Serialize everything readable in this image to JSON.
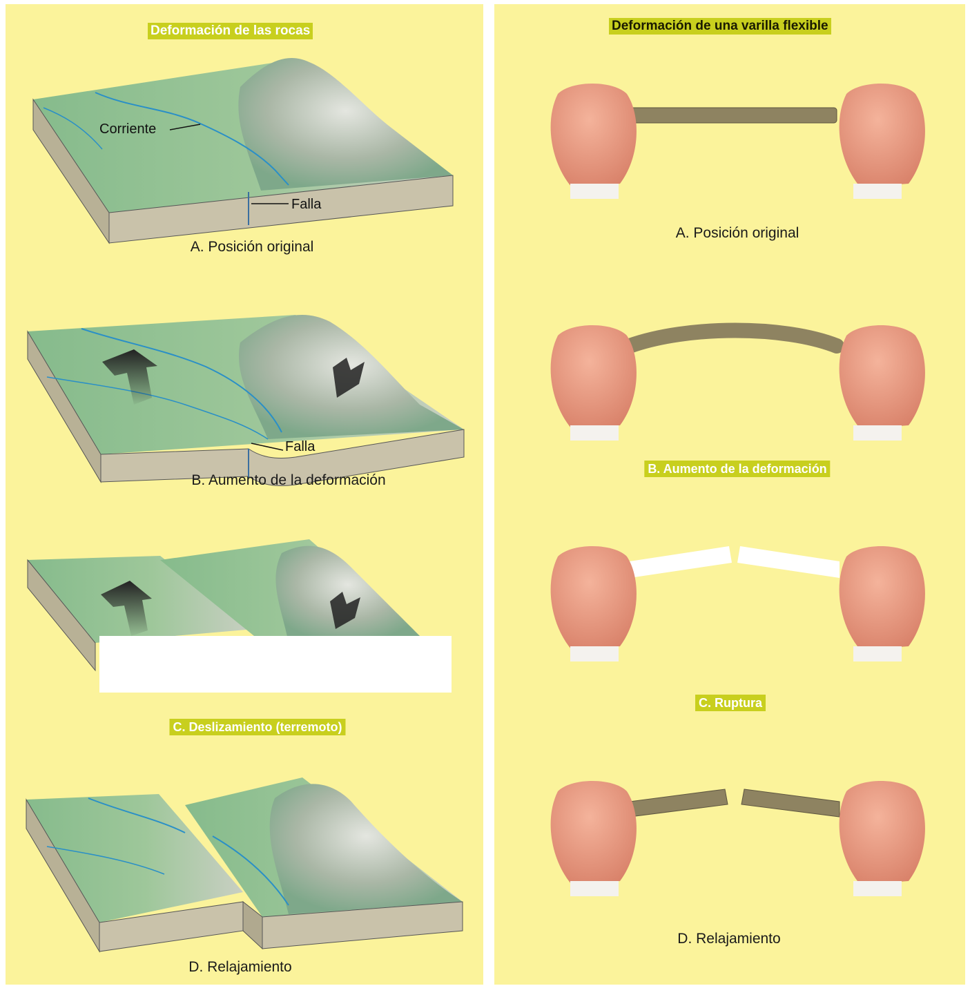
{
  "colors": {
    "panel_bg": "#fbf39b",
    "highlight_bg": "#c8cf1e",
    "highlight_text_left": "#ffffff",
    "highlight_text_right": "#1a1a00",
    "terrain_green": "#8cbf8f",
    "block_side": "#c9c2aa",
    "stream_blue": "#2a8fc7",
    "rod_color": "#8e8361",
    "skin": "#e99a80"
  },
  "left": {
    "title": "Deformación de las rocas",
    "stages": [
      {
        "caption": "A. Posición original",
        "stream_label": "Corriente",
        "fault_label": "Falla"
      },
      {
        "caption": "B. Aumento de la deformación",
        "fault_label": "Falla"
      },
      {
        "caption": "C. Deslizamiento (terremoto)"
      },
      {
        "caption": "D. Relajamiento"
      }
    ]
  },
  "right": {
    "title": "Deformación de una varilla flexible",
    "stages": [
      {
        "caption": "A. Posición original"
      },
      {
        "caption": "B. Aumento de la deformación"
      },
      {
        "caption": "C. Ruptura"
      },
      {
        "caption": "D. Relajamiento"
      }
    ]
  }
}
